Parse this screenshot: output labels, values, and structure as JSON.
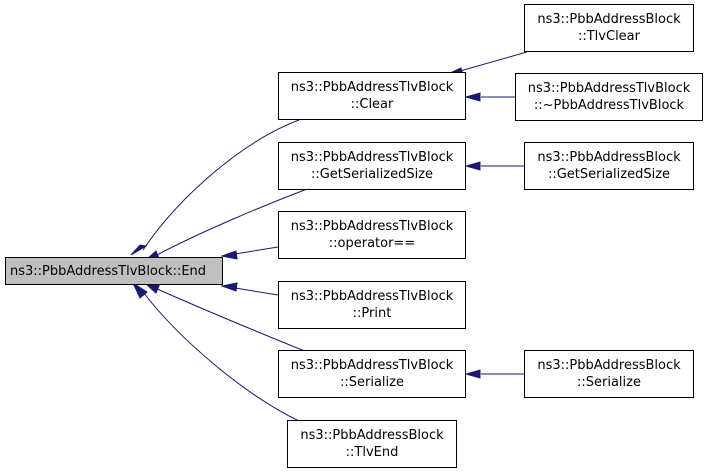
{
  "root": {
    "line1": "ns3::PbbAddressTlvBlock::End"
  },
  "nodes": {
    "clear": {
      "line1": "ns3::PbbAddressTlvBlock",
      "line2": "::Clear"
    },
    "getserializedsize": {
      "line1": "ns3::PbbAddressTlvBlock",
      "line2": "::GetSerializedSize"
    },
    "operator_eq": {
      "line1": "ns3::PbbAddressTlvBlock",
      "line2": "::operator=="
    },
    "print": {
      "line1": "ns3::PbbAddressTlvBlock",
      "line2": "::Print"
    },
    "serialize": {
      "line1": "ns3::PbbAddressTlvBlock",
      "line2": "::Serialize"
    },
    "tlvend": {
      "line1": "ns3::PbbAddressBlock",
      "line2": "::TlvEnd"
    },
    "ab_tlvclear": {
      "line1": "ns3::PbbAddressBlock",
      "line2": "::TlvClear"
    },
    "atb_destructor": {
      "line1": "ns3::PbbAddressTlvBlock",
      "line2": "::~PbbAddressTlvBlock"
    },
    "ab_getserializedsize": {
      "line1": "ns3::PbbAddressBlock",
      "line2": "::GetSerializedSize"
    },
    "ab_serialize": {
      "line1": "ns3::PbbAddressBlock",
      "line2": "::Serialize"
    }
  },
  "edges": [
    {
      "from": "clear",
      "to": "root"
    },
    {
      "from": "getserializedsize",
      "to": "root"
    },
    {
      "from": "operator_eq",
      "to": "root"
    },
    {
      "from": "print",
      "to": "root"
    },
    {
      "from": "serialize",
      "to": "root"
    },
    {
      "from": "tlvend",
      "to": "root"
    },
    {
      "from": "ab_tlvclear",
      "to": "clear"
    },
    {
      "from": "atb_destructor",
      "to": "clear"
    },
    {
      "from": "ab_getserializedsize",
      "to": "getserializedsize"
    },
    {
      "from": "ab_serialize",
      "to": "serialize"
    }
  ],
  "colors": {
    "edge": "#191970",
    "root_fill": "#bfbfbf",
    "node_fill": "#ffffff",
    "border": "#000000"
  }
}
